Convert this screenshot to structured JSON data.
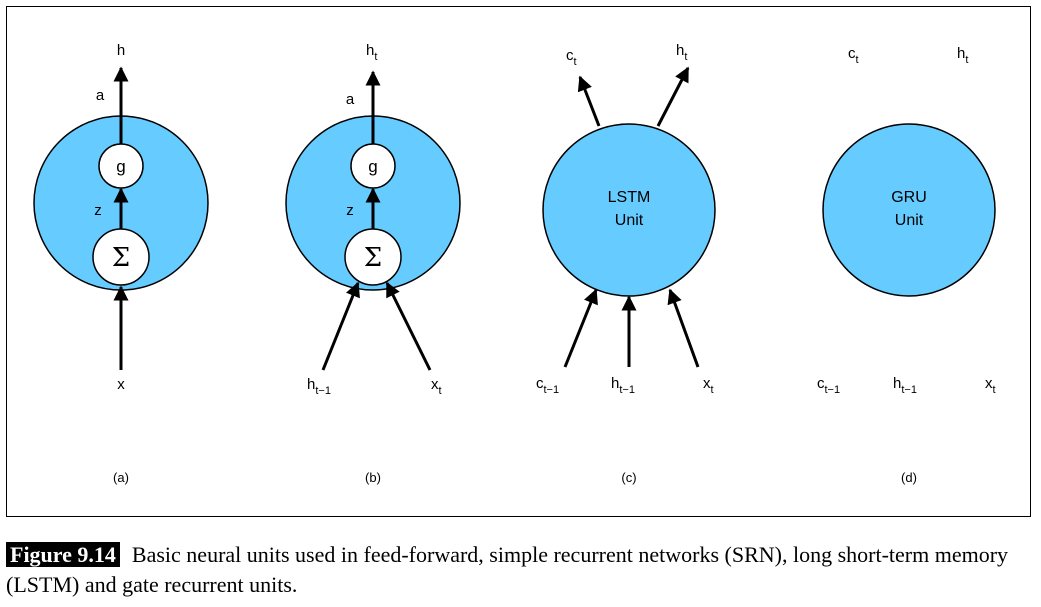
{
  "colors": {
    "unit_fill": "#66CCFF",
    "stroke": "#000000",
    "node_fill": "#FFFFFF"
  },
  "panels": {
    "a": {
      "label": "(a)",
      "output": "h",
      "activation_label": "a",
      "pre_label": "z",
      "g": "g",
      "sum": "Σ",
      "input": "x"
    },
    "b": {
      "label": "(b)",
      "output": "h",
      "output_sub": "t",
      "activation_label": "a",
      "pre_label": "z",
      "g": "g",
      "sum": "Σ",
      "input_h": "h",
      "input_h_sub": "t−1",
      "input_x": "x",
      "input_x_sub": "t"
    },
    "c": {
      "label": "(c)",
      "unit_line1": "LSTM",
      "unit_line2": "Unit",
      "out_c": "c",
      "out_c_sub": "t",
      "out_h": "h",
      "out_h_sub": "t",
      "in_c": "c",
      "in_c_sub": "t−1",
      "in_h": "h",
      "in_h_sub": "t−1",
      "in_x": "x",
      "in_x_sub": "t"
    },
    "d": {
      "label": "(d)",
      "unit_line1": "GRU",
      "unit_line2": "Unit",
      "out_c": "c",
      "out_c_sub": "t",
      "out_h": "h",
      "out_h_sub": "t",
      "in_c": "c",
      "in_c_sub": "t−1",
      "in_h": "h",
      "in_h_sub": "t−1",
      "in_x": "x",
      "in_x_sub": "t"
    }
  },
  "caption": {
    "figure_label": "Figure 9.14",
    "text": "Basic neural units used in feed-forward, simple recurrent networks (SRN), long short-term memory (LSTM) and gate recurrent units."
  }
}
